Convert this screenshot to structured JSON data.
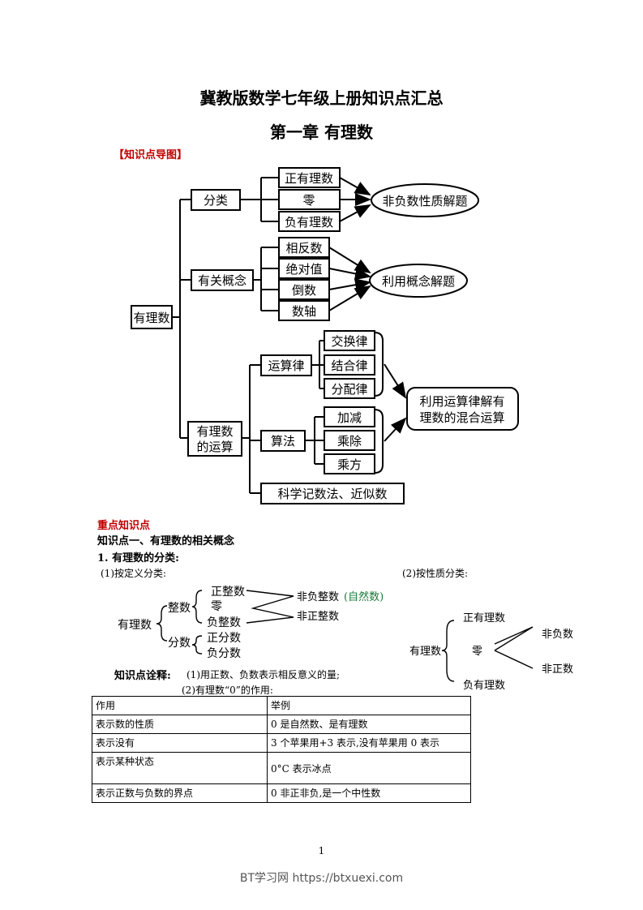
{
  "header": {
    "title": "冀教版数学七年级上册知识点汇总",
    "chapter": "第一章  有理数",
    "mindmap_label": "【知识点导图】"
  },
  "mindmap": {
    "root": "有理数",
    "branch_classify": "分类",
    "classify_items": [
      "正有理数",
      "零",
      "负有理数"
    ],
    "classify_target": "非负数性质解题",
    "branch_concepts": "有关概念",
    "concept_items": [
      "相反数",
      "绝对值",
      "倒数",
      "数轴"
    ],
    "concept_target": "利用概念解题",
    "branch_ops": [
      "有理数",
      "的运算"
    ],
    "ops_law": "运算律",
    "law_items": [
      "交换律",
      "结合律",
      "分配律"
    ],
    "ops_algo": "算法",
    "algo_items": [
      "加减",
      "乘除",
      "乘方"
    ],
    "ops_target": [
      "利用运算律解有",
      "理数的混合运算"
    ],
    "ops_sci": "科学记数法、近似数"
  },
  "section": {
    "key_points": "重点知识点",
    "kp1_title": "知识点一、有理数的相关概念",
    "sub1": "1. 有理数的分类:",
    "by_def": "(1)按定义分类:",
    "by_prop": "(2)按性质分类:"
  },
  "def_tree": {
    "root": "有理数",
    "integer": "整数",
    "fraction": "分数",
    "int_items": [
      "正整数",
      "零",
      "负整数"
    ],
    "frac_items": [
      "正分数",
      "负分数"
    ],
    "nonneg": "非负整数",
    "natural": "(自然数)",
    "nonpos": "非正整数"
  },
  "prop_tree": {
    "root": "有理数",
    "items": [
      "正有理数",
      "零",
      "负有理数"
    ],
    "nonneg": "非负数",
    "nonpos": "非正数"
  },
  "note": {
    "label": "知识点诠释:",
    "line1": "(1)用正数、负数表示相反意义的量;",
    "line2": "(2)有理数“0”的作用:"
  },
  "zero_table": {
    "headers": [
      "作用",
      "举例"
    ],
    "rows": [
      [
        "表示数的性质",
        "0 是自然数、是有理数"
      ],
      [
        "表示没有",
        "3 个苹果用+3 表示,没有苹果用 0 表示"
      ],
      [
        "表示某种状态",
        "0°C 表示冰点"
      ],
      [
        "表示正数与负数的界点",
        "0 非正非负,是一个中性数"
      ]
    ]
  },
  "page_number": "1",
  "footer": "BT学习网 https://btxuexi.com"
}
